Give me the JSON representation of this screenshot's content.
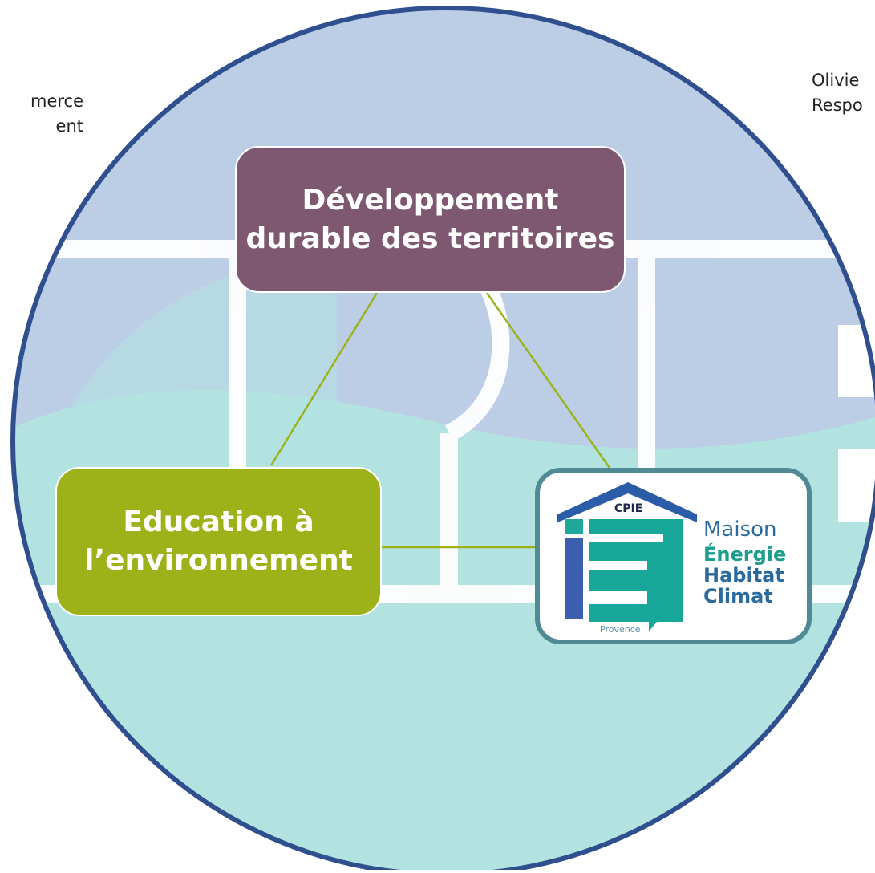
{
  "left_text": {
    "line1": "merce",
    "line2": "ent"
  },
  "right_text": {
    "line1": "Olivie",
    "line2": "Respo"
  },
  "boxes": {
    "development": {
      "line1": "Développement",
      "line2": "durable des territoires"
    },
    "education": {
      "line1": "Education à",
      "line2": "l’environnement"
    }
  },
  "logo": {
    "cpie": "CPIE",
    "maison": "Maison",
    "energie": "Énergie",
    "habitat": "Habitat",
    "climat": "Climat",
    "provence": "Provence"
  },
  "colors": {
    "circle_border": "#2f4f8f",
    "sky": "#bccde6",
    "water": "#b3e3e1",
    "development_box": "#7d5870",
    "education_box": "#9db118",
    "logo_border": "#518a97",
    "connector": "#9db118"
  }
}
